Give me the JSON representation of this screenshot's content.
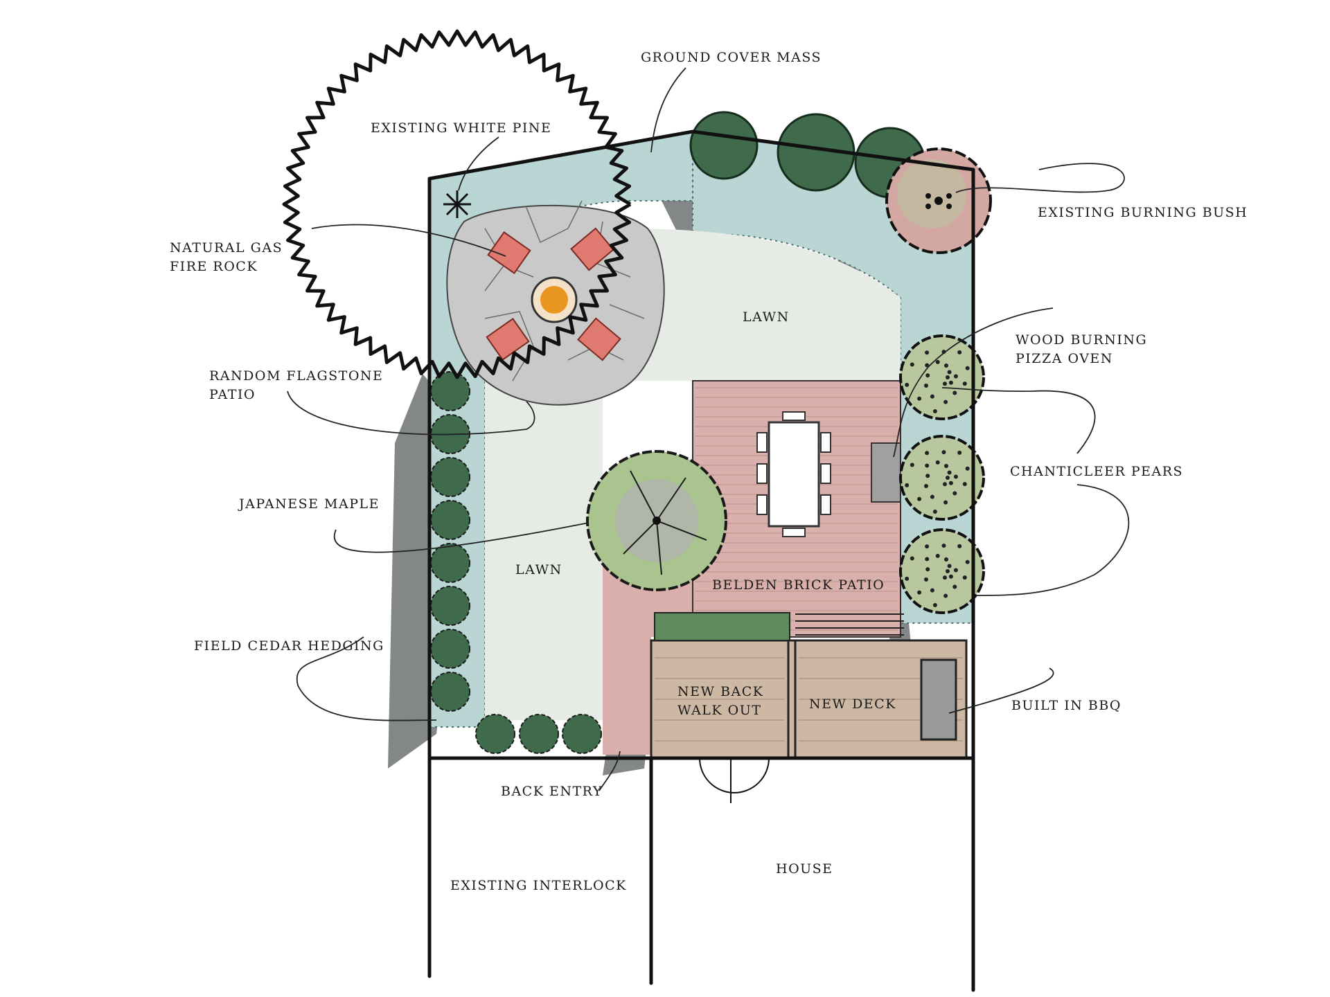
{
  "labels": {
    "ground_cover_mass": "GROUND COVER MASS",
    "existing_white_pine": "EXISTING WHITE PINE",
    "natural_gas_fire_rock": [
      "NATURAL GAS",
      "FIRE ROCK"
    ],
    "random_flagstone_patio": [
      "RANDOM FLAGSTONE",
      "PATIO"
    ],
    "japanese_maple": "JAPANESE MAPLE",
    "field_cedar_hedging": "FIELD CEDAR HEDGING",
    "existing_burning_bush": "EXISTING BURNING BUSH",
    "wood_burning_pizza_oven": [
      "WOOD BURNING",
      "PIZZA OVEN"
    ],
    "chanticleer_pears": "CHANTICLEER PEARS",
    "built_in_bbq": "BUILT IN BBQ",
    "lawn_upper": "LAWN",
    "lawn_lower": "LAWN",
    "belden_brick_patio": "BELDEN BRICK PATIO",
    "new_back_walk_out": [
      "NEW BACK",
      "WALK OUT"
    ],
    "new_deck": "NEW DECK",
    "back_entry": "BACK ENTRY",
    "existing_interlock": "EXISTING INTERLOCK",
    "house": "HOUSE"
  },
  "colors": {
    "lawn": "#e6ece5",
    "ground_cover": "#b9d6d4",
    "brick_patio": "#d9b0ac",
    "deck": "#ccb8a3",
    "flagstone": "#c9c9c9",
    "hedge": "#3f6b4c",
    "shadow": "#6f7272",
    "pear_tree": "#b8c79e",
    "burning_bush": "#d3a7a2",
    "maple": "#a9c48e",
    "chair": "#e07a70",
    "fire": "#e8961f",
    "outline": "#111111"
  }
}
